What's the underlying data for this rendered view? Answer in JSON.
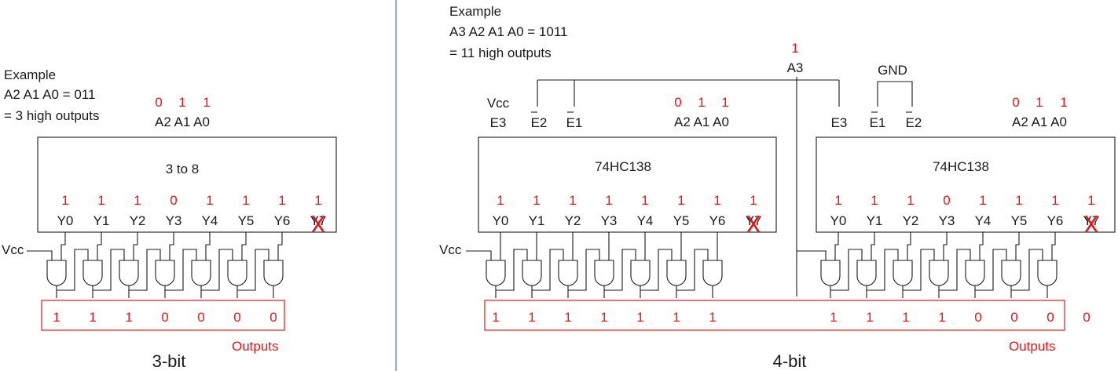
{
  "colors": {
    "ink": "#1a1a1a",
    "highlight": "#e0191e",
    "divider": "#5b8fc7"
  },
  "left": {
    "example": [
      "Example",
      "A2 A1 A0 = 011",
      "= 3 high outputs"
    ],
    "input_labels": "A2 A1 A0",
    "input_values": [
      "0",
      "1",
      "1"
    ],
    "decoder": {
      "name": "3 to 8",
      "pin_values": [
        "1",
        "1",
        "1",
        "0",
        "1",
        "1",
        "1",
        "1"
      ],
      "pin_labels": [
        "Y0",
        "Y1",
        "Y2",
        "Y3",
        "Y4",
        "Y5",
        "Y6",
        "Y7"
      ]
    },
    "vcc": "Vcc",
    "outputs": [
      "1",
      "1",
      "1",
      "0",
      "0",
      "0",
      "0"
    ],
    "outputs_label": "Outputs",
    "caption": "3-bit"
  },
  "right": {
    "example": [
      "Example",
      "A3 A2 A1 A0 = 1011",
      "= 11 high outputs"
    ],
    "a3_label": "A3",
    "a3_value": "1",
    "gnd": "GND",
    "decoders": [
      {
        "name": "74HC138",
        "vcc_top": "Vcc",
        "enable_labels": [
          "E3",
          "E2",
          "E1"
        ],
        "input_labels": "A2 A1 A0",
        "input_values": [
          "0",
          "1",
          "1"
        ],
        "pin_values": [
          "1",
          "1",
          "1",
          "1",
          "1",
          "1",
          "1",
          "1"
        ],
        "pin_labels": [
          "Y0",
          "Y1",
          "Y2",
          "Y3",
          "Y4",
          "Y5",
          "Y6",
          "Y7"
        ]
      },
      {
        "name": "74HC138",
        "enable_labels": [
          "E3",
          "E1",
          "E2"
        ],
        "input_labels": "A2 A1 A0",
        "input_values": [
          "0",
          "1",
          "1"
        ],
        "pin_values": [
          "1",
          "1",
          "1",
          "0",
          "1",
          "1",
          "1",
          "1"
        ],
        "pin_labels": [
          "Y0",
          "Y1",
          "Y2",
          "Y3",
          "Y4",
          "Y5",
          "Y6",
          "Y7"
        ]
      }
    ],
    "vcc": "Vcc",
    "outputs": [
      "1",
      "1",
      "1",
      "1",
      "1",
      "1",
      "1",
      "1",
      "1",
      "1",
      "1",
      "0",
      "0",
      "0",
      "0"
    ],
    "outputs_label": "Outputs",
    "caption": "4-bit"
  }
}
